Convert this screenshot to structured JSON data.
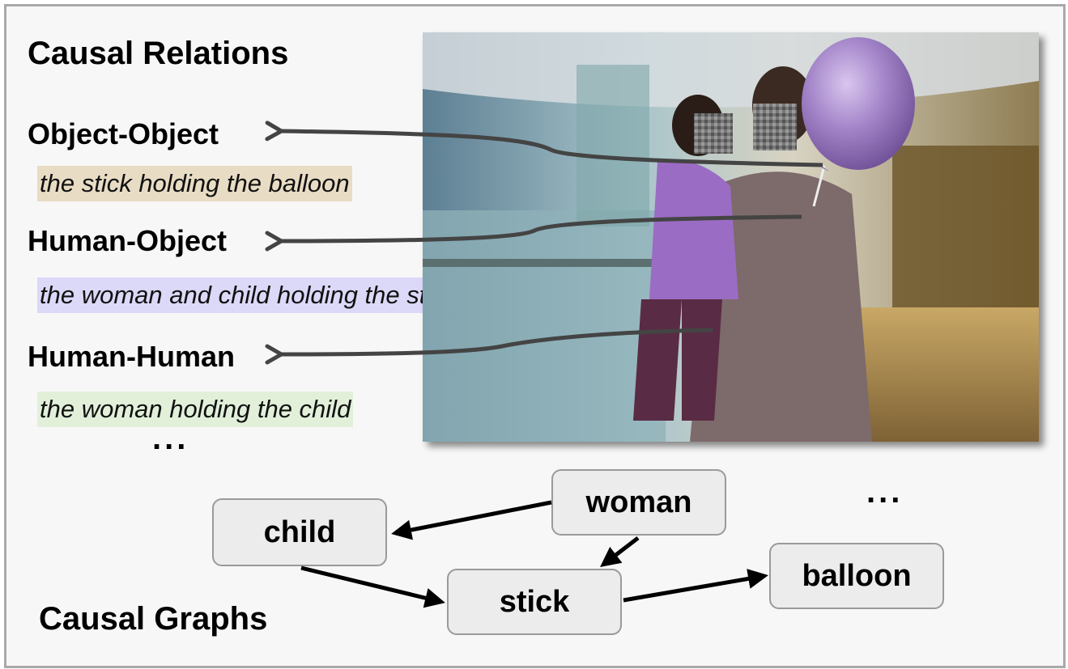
{
  "relations_panel": {
    "title": "Causal Relations",
    "relations": [
      {
        "type": "Object-Object",
        "caption": "the stick holding the balloon",
        "highlight": "#e8dcc4"
      },
      {
        "type": "Human-Object",
        "caption": "the woman and child holding the stick",
        "highlight": "#dcd8f8"
      },
      {
        "type": "Human-Human",
        "caption": "the woman holding the child",
        "highlight": "#e2f0da"
      }
    ],
    "more": "..."
  },
  "graph_panel": {
    "title": "Causal Graphs",
    "nodes": [
      "woman",
      "child",
      "stick",
      "balloon"
    ],
    "edges": [
      {
        "from": "woman",
        "to": "child"
      },
      {
        "from": "woman",
        "to": "stick"
      },
      {
        "from": "child",
        "to": "stick"
      },
      {
        "from": "stick",
        "to": "balloon"
      }
    ],
    "more": "..."
  },
  "photo": {
    "subject": "woman holding a child and a purple balloon on a stick in a corridor",
    "balloon_color": "#a283c8"
  }
}
